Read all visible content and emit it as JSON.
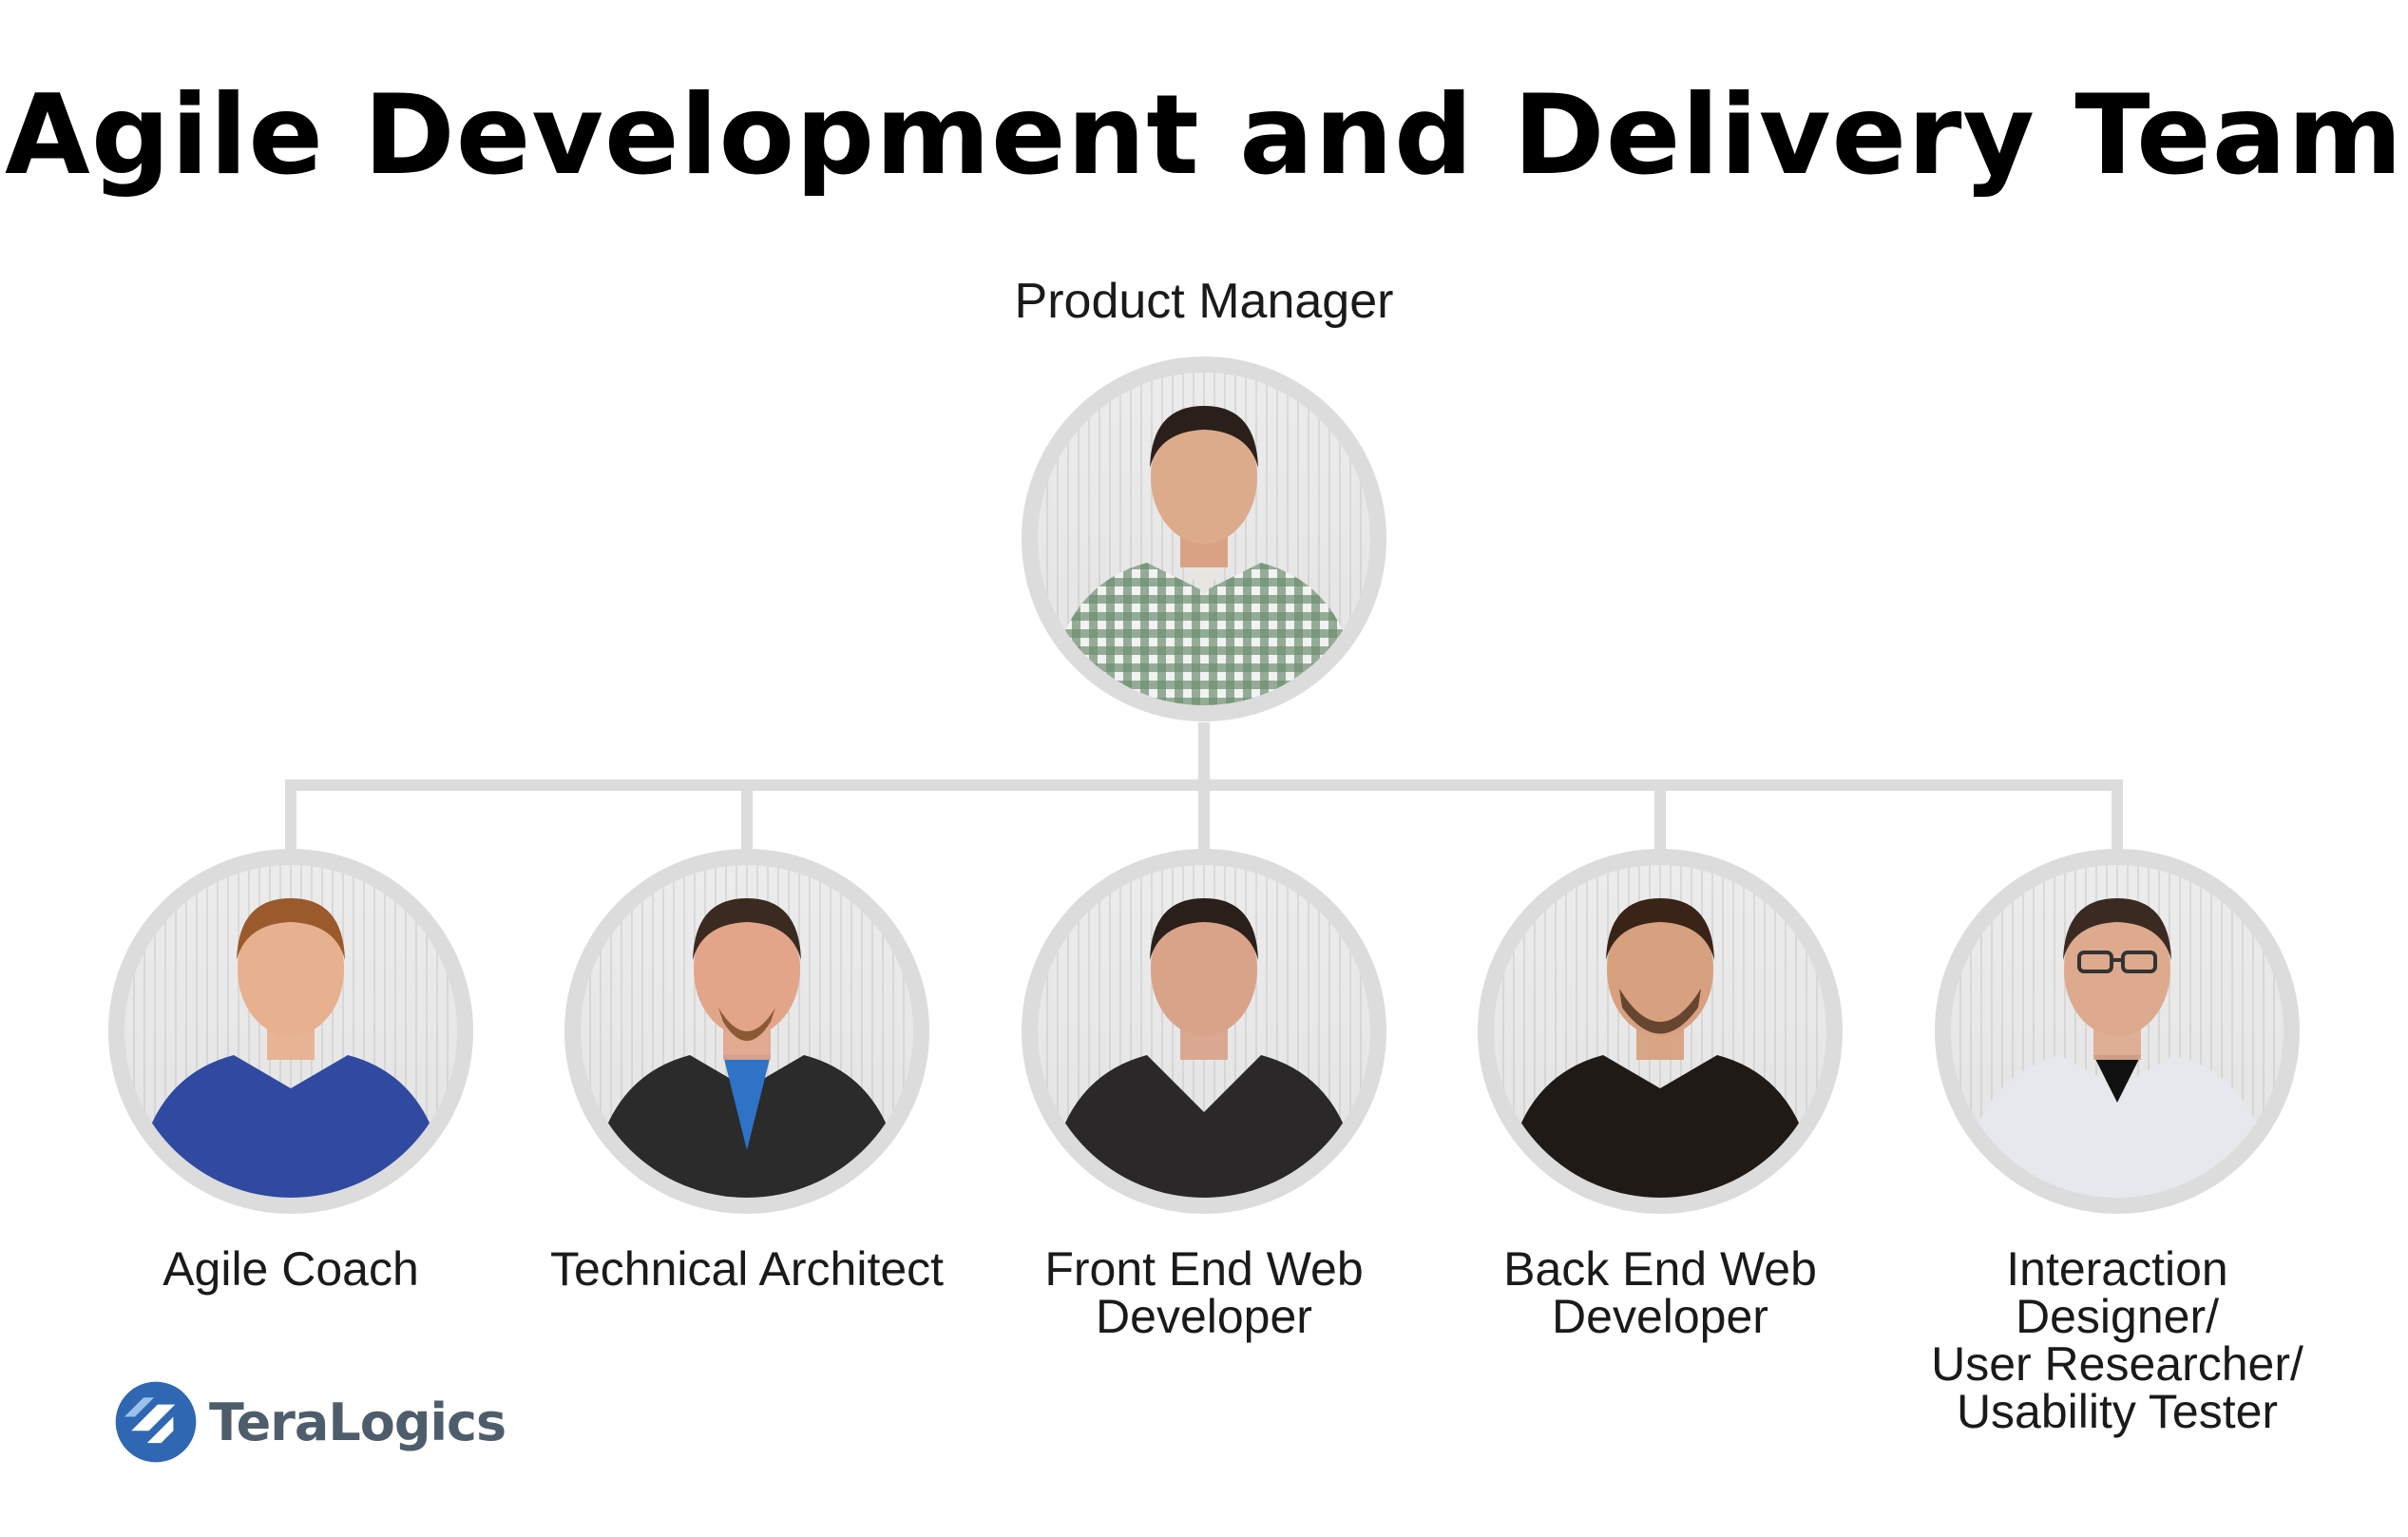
{
  "title": "Agile Development and Delivery Team",
  "top": {
    "role": "Product Manager",
    "shirt_color": "#3f6a45"
  },
  "members": [
    {
      "role": [
        "Agile Coach"
      ],
      "shirt_color": "#2f4aa0",
      "hair_color": "#9a5a2c",
      "skin_color": "#e7b08f"
    },
    {
      "role": [
        "Technical Architect"
      ],
      "shirt_color": "#2b2b2b",
      "hair_color": "#3a2a20",
      "skin_color": "#e2a58a"
    },
    {
      "role": [
        "Front End Web",
        "Developer"
      ],
      "shirt_color": "#2a2828",
      "hair_color": "#2a1f1a",
      "skin_color": "#d9a38a"
    },
    {
      "role": [
        "Back End Web",
        "Developer"
      ],
      "shirt_color": "#1f1a16",
      "hair_color": "#3a2418",
      "skin_color": "#d7a07e"
    },
    {
      "role": [
        "Interaction Designer/",
        "User Researcher/",
        "Usability Tester"
      ],
      "shirt_color": "#e6e8ee",
      "hair_color": "#3a2a22",
      "skin_color": "#deaa8e"
    }
  ],
  "logo": {
    "text": "TeraLogics",
    "color": "#2f67b2"
  },
  "colors": {
    "connector": "#dcdcdc",
    "ring": "#dcdcdc"
  }
}
